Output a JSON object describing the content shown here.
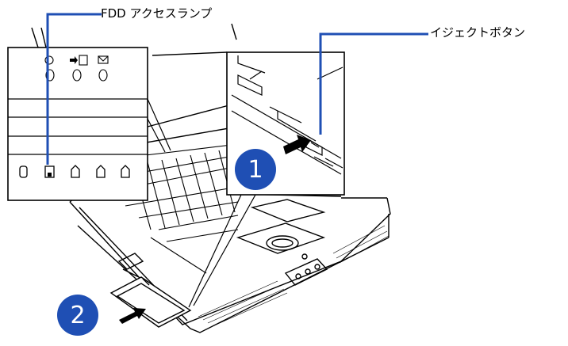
{
  "labels": {
    "fdd_lamp": "FDD アクセスランプ",
    "eject_button": "イジェクトボタン"
  },
  "steps": {
    "one": "1",
    "two": "2"
  },
  "colors": {
    "callout_line": "#1f4fb4",
    "badge": "#1f4fb4",
    "line_art": "#000000"
  }
}
